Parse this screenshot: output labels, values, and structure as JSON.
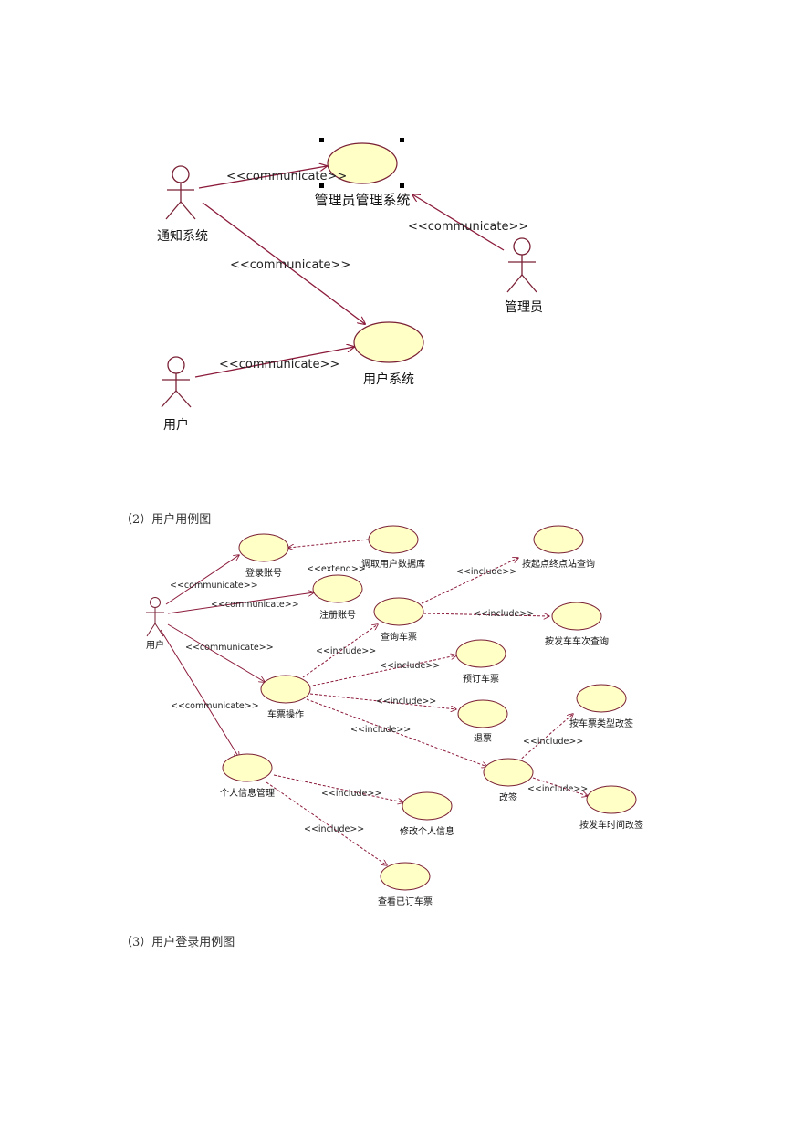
{
  "diagram1": {
    "actors": {
      "notify": "通知系统",
      "admin": "管理员",
      "user": "用户"
    },
    "usecases": {
      "admin_sys": "管理员管理系统",
      "user_sys": "用户系统"
    },
    "stereo": {
      "c1": "<<communicate>>",
      "c2": "<<communicate>>",
      "c3": "<<communicate>>",
      "c4": "<<communicate>>"
    }
  },
  "caption2": "（2）用户用例图",
  "diagram2": {
    "actor": "用户",
    "usecases": {
      "login": "登录账号",
      "fetch_db": "调取用户数据库",
      "register": "注册账号",
      "query": "查询车票",
      "by_station": "按起点终点站查询",
      "by_train": "按发车车次查询",
      "ticket_ops": "车票操作",
      "book": "预订车票",
      "refund": "退票",
      "change": "改签",
      "by_type": "按车票类型改签",
      "by_time": "按发车时间改签",
      "profile": "个人信息管理",
      "edit_profile": "修改个人信息",
      "view_booked": "查看已订车票"
    },
    "stereo": {
      "comm_login": "<<communicate>>",
      "extend": "<<extend>>",
      "comm_register": "<<communicate>>",
      "comm_ops": "<<communicate>>",
      "comm_profile": "<<communicate>>",
      "inc_query": "<<include>>",
      "inc_station": "<<include>>",
      "inc_train": "<<include>>",
      "inc_book": "<<include>>",
      "inc_refund": "<<include>>",
      "inc_change": "<<include>>",
      "inc_type": "<<include>>",
      "inc_time": "<<include>>",
      "inc_edit": "<<include>>",
      "inc_view": "<<include>>"
    }
  },
  "caption3": "（3）用户登录用例图",
  "colors": {
    "line": "#8b1a3a",
    "fill": "#ffffc6",
    "stroke": "#7a2035"
  }
}
